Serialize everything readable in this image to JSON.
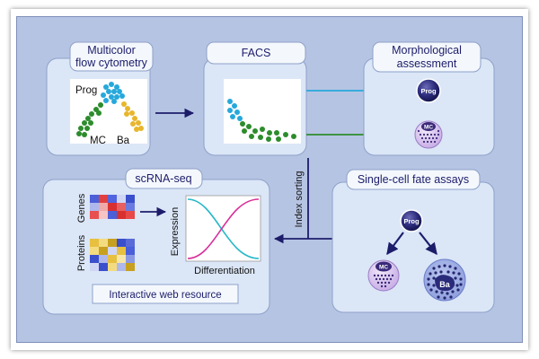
{
  "panels": {
    "multicolor": {
      "title_line1": "Multicolor",
      "title_line2": "flow cytometry",
      "labels": {
        "prog": "Prog",
        "mc": "MC",
        "ba": "Ba"
      }
    },
    "facs": {
      "title": "FACS"
    },
    "morph": {
      "title_line1": "Morphological",
      "title_line2": "assessment",
      "cells": {
        "prog": "Prog",
        "mc": "MC"
      }
    },
    "scrna": {
      "title": "scRNA-seq",
      "genes": "Genes",
      "proteins": "Proteins",
      "plot_ylabel": "Expression",
      "plot_xlabel": "Differentiation",
      "web_resource": "Interactive web resource"
    },
    "fate": {
      "title": "Single-cell fate assays",
      "prog": "Prog",
      "mc": "MC",
      "ba": "Ba"
    }
  },
  "connector_label": "Index sorting",
  "colors": {
    "background": "#b6c4e3",
    "panel": "#dbe6f7",
    "panel_border": "#8ea1c8",
    "title_box": "#f4f8fd",
    "navy": "#1c1c6a",
    "cyan": "#26a8dc",
    "green": "#2c8c2c",
    "gold": "#e8b62c",
    "purple": "#3a3a8c"
  }
}
